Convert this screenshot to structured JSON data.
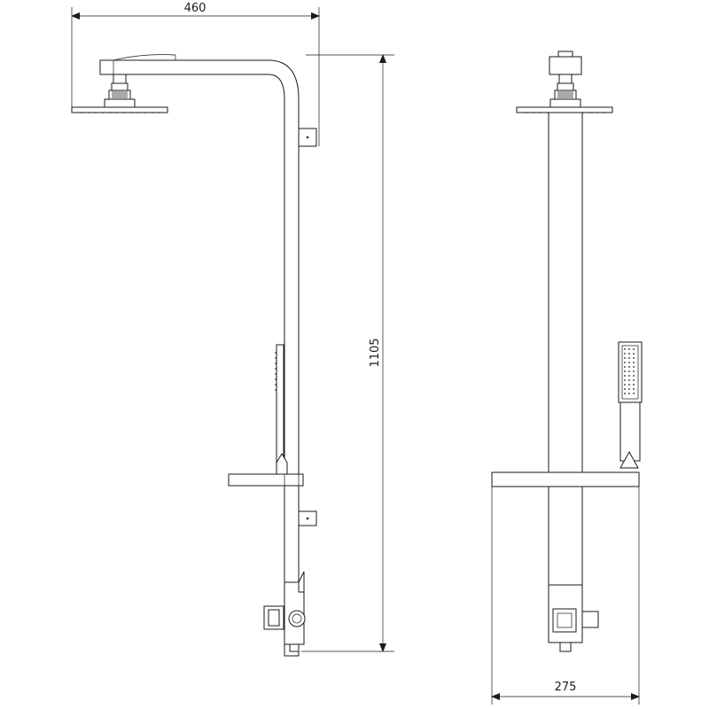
{
  "dimensions": {
    "width_side": "460",
    "height": "1105",
    "width_front": "275"
  },
  "colors": {
    "line": "#1a1a1a",
    "background": "#ffffff"
  }
}
